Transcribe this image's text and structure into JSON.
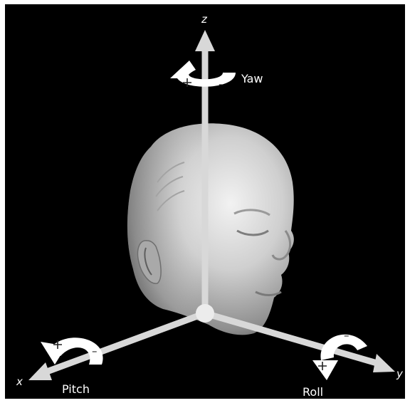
{
  "axes": {
    "x": "x",
    "y": "y",
    "z": "z"
  },
  "rotations": {
    "yaw": {
      "label": "Yaw",
      "plus": "+",
      "minus": "–"
    },
    "pitch": {
      "label": "Pitch",
      "plus": "+",
      "minus": "–"
    },
    "roll": {
      "label": "Roll",
      "plus": "+",
      "minus": "–"
    }
  },
  "colors": {
    "background": "#000000",
    "axis": "#d8d8d8",
    "arrow": "#ffffff",
    "head": "#c9c9c9"
  }
}
